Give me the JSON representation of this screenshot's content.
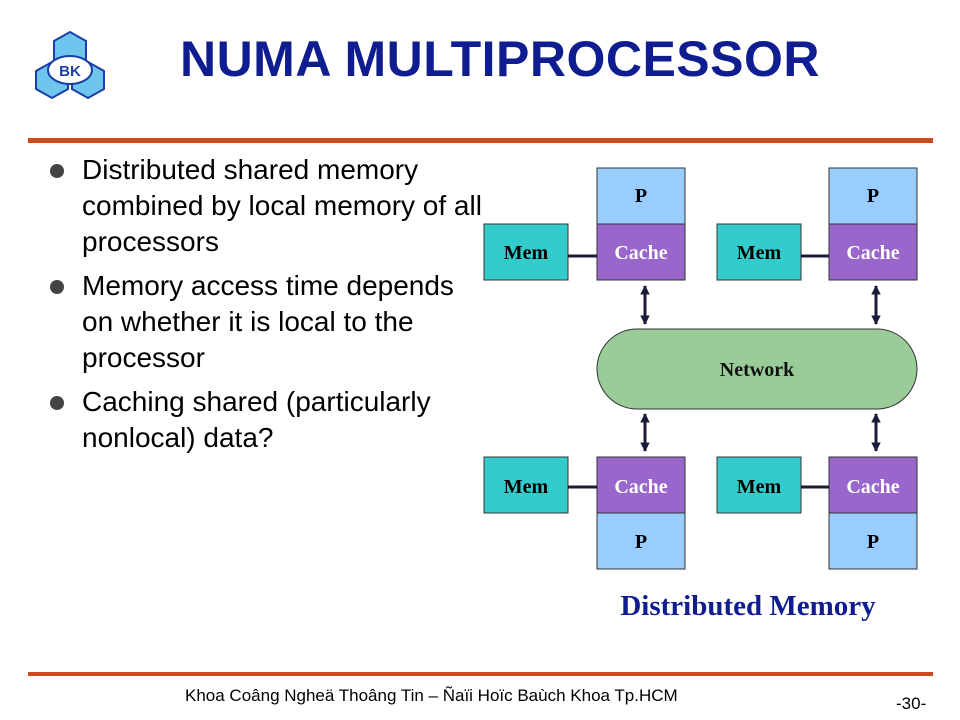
{
  "slide": {
    "title": "NUMA MULTIPROCESSOR",
    "logo_text": "BK",
    "bullets": [
      "Distributed shared memory combined by local memory of all processors",
      "Memory access time depends on whether it is local to the processor",
      "Caching shared (particularly nonlocal) data?"
    ],
    "footer": "Khoa Coâng Ngheä Thoâng Tin – Ñaïi Hoïc Baùch Khoa Tp.HCM",
    "page_number": "-30-"
  },
  "diagram": {
    "caption": "Distributed Memory",
    "network_label": "Network",
    "mem_label": "Mem",
    "cache_label": "Cache",
    "processor_label": "P",
    "colors": {
      "processor": "#99ccff",
      "cache": "#9966cc",
      "mem": "#33cccc",
      "network": "#99cc99",
      "title": "#0f1d91",
      "rule": "#c94b1e"
    }
  }
}
